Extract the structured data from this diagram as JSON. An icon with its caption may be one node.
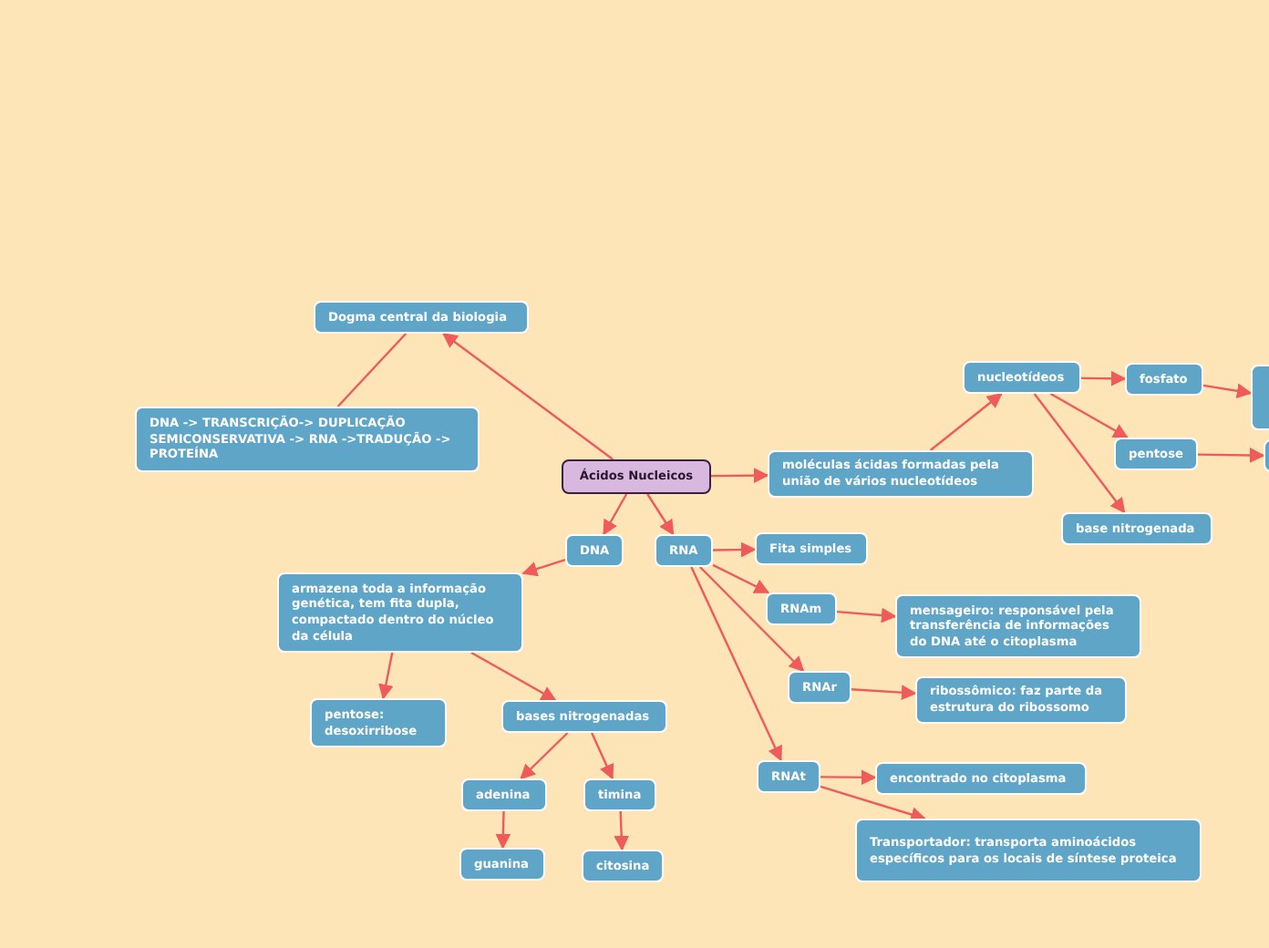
{
  "diagram": {
    "nodes": [
      {
        "text": [
          "Ácidos Nucleicos"
        ]
      },
      {
        "text": [
          "Dogma central da biologia"
        ]
      },
      {
        "text": [
          "DNA -> TRANSCRIÇÃO-> DUPLICAÇÃO SEMICONSERVATIVA -> RNA ->TRADUÇÃO -> PROTEÍNA"
        ]
      },
      {
        "text": [
          "moléculas ácidas formadas pela união de vários nucleotídeos"
        ]
      },
      {
        "text": [
          "nucleotídeos"
        ]
      },
      {
        "text": [
          "fosfato"
        ]
      },
      {
        "text": [],
        "shape": "box"
      },
      {
        "text": [
          "pentose"
        ]
      },
      {
        "text": [],
        "shape": "box"
      },
      {
        "text": [
          "base nitrogenada"
        ]
      },
      {
        "text": [
          "DNA"
        ]
      },
      {
        "text": [
          "RNA"
        ]
      },
      {
        "text": [
          "armazena toda a informação genética, tem fita dupla, compactado dentro do núcleo da célula"
        ]
      },
      {
        "text": [
          "pentose: desoxirribose"
        ]
      },
      {
        "text": [
          "bases nitrogenadas"
        ]
      },
      {
        "text": [
          "adenina"
        ]
      },
      {
        "text": [
          "timina"
        ]
      },
      {
        "text": [
          "guanina"
        ]
      },
      {
        "text": [
          "citosina"
        ]
      },
      {
        "text": [
          "Fita simples"
        ]
      },
      {
        "text": [
          "RNAm"
        ]
      },
      {
        "text": [
          "mensageiro: responsável pela transferência de informações do DNA até o citoplasma"
        ]
      },
      {
        "text": [
          "RNAr"
        ]
      },
      {
        "text": [
          "ribossômico: faz parte da estrutura do ribossomo"
        ]
      },
      {
        "text": [
          "RNAt"
        ]
      },
      {
        "text": [
          "encontrado no citoplasma"
        ]
      },
      {
        "text": [
          "Transportador: transporta aminoácidos específicos para os locais de síntese proteica"
        ]
      }
    ],
    "edges": [
      {
        "from": 0,
        "to": 1,
        "arrow": "to"
      },
      {
        "from": 2,
        "to": 1,
        "arrow": "none"
      },
      {
        "from": 0,
        "to": 3,
        "arrow": "to"
      },
      {
        "from": 3,
        "to": 4,
        "arrow": "to"
      },
      {
        "from": 4,
        "to": 5,
        "arrow": "to"
      },
      {
        "from": 5,
        "to": 6,
        "arrow": "to"
      },
      {
        "from": 4,
        "to": 7,
        "arrow": "to"
      },
      {
        "from": 7,
        "to": 8,
        "arrow": "to"
      },
      {
        "from": 4,
        "to": 9,
        "arrow": "to"
      },
      {
        "from": 0,
        "to": 10,
        "arrow": "to"
      },
      {
        "from": 0,
        "to": 11,
        "arrow": "to"
      },
      {
        "from": 10,
        "to": 12,
        "arrow": "to"
      },
      {
        "from": 12,
        "to": 13,
        "arrow": "to"
      },
      {
        "from": 12,
        "to": 14,
        "arrow": "to"
      },
      {
        "from": 14,
        "to": 15,
        "arrow": "to"
      },
      {
        "from": 14,
        "to": 16,
        "arrow": "to"
      },
      {
        "from": 15,
        "to": 17,
        "arrow": "to"
      },
      {
        "from": 16,
        "to": 18,
        "arrow": "to"
      },
      {
        "from": 11,
        "to": 19,
        "arrow": "to"
      },
      {
        "from": 11,
        "to": 20,
        "arrow": "to"
      },
      {
        "from": 11,
        "to": 22,
        "arrow": "to"
      },
      {
        "from": 11,
        "to": 24,
        "arrow": "to"
      },
      {
        "from": 20,
        "to": 21,
        "arrow": "to"
      },
      {
        "from": 22,
        "to": 23,
        "arrow": "to"
      },
      {
        "from": 24,
        "to": 25,
        "arrow": "to"
      },
      {
        "from": 24,
        "to": 26,
        "arrow": "to"
      }
    ]
  }
}
